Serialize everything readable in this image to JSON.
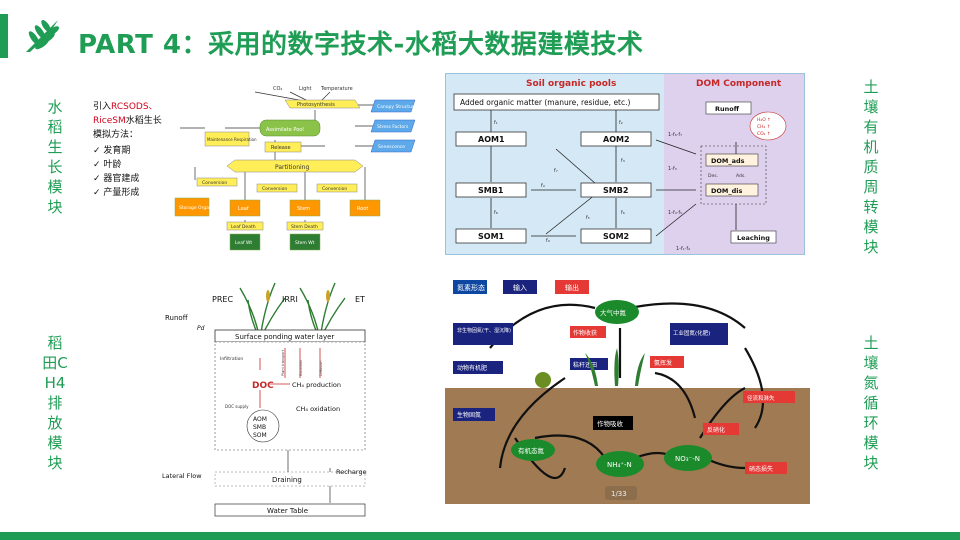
{
  "header": {
    "title": "PART 4：采用的数字技术-水稻大数据建模技术"
  },
  "side_labels": {
    "rice_growth": "水稻生长模块",
    "soil_carbon": "土壤有机质周转模块",
    "ch4": "稻田CH4排放模块",
    "nitrogen": "土壤氮循环模块"
  },
  "growth_model": {
    "intro_prefix": "引入",
    "intro_models_1": "RCSODS、",
    "intro_models_2": "RiceSM",
    "intro_suffix": "水稻生长模拟方法：",
    "items": [
      "发育期",
      "叶龄",
      "器官建成",
      "产量形成"
    ],
    "nodes": {
      "co2_top": "CO₂",
      "light": "Light",
      "temp": "Temperature",
      "photosynthesis": "Photosynthesis",
      "canopy": "Canopy Structure",
      "assimilate": "Assimilate Pool",
      "maint": "Maintenance Respiration",
      "release": "Release",
      "stress": "Stress Factors",
      "senescence": "Senescence",
      "partitioning": "Partitioning",
      "conversion": "Conversion",
      "storage": "Storage Organ",
      "leaf": "Leaf",
      "stem": "Stem",
      "root": "Root",
      "leaf_death": "Leaf Death",
      "stem_death": "Stem Death",
      "leaf_wt": "Leaf Wt",
      "stem_wt": "Stem Wt"
    }
  },
  "soil_model": {
    "soil_pools_title": "Soil organic pools",
    "dom_title": "DOM Component",
    "added": "Added organic matter (manure, residue, etc.)",
    "aom1": "AOM1",
    "aom2": "AOM2",
    "smb1": "SMB1",
    "smb2": "SMB2",
    "som1": "SOM1",
    "som2": "SOM2",
    "runoff": "Runoff",
    "dom_ads": "DOM_ads",
    "dom_dis": "DOM_dis",
    "leaching": "Leaching",
    "des": "Des.",
    "ads": "Ads.",
    "gases": [
      "H₂O ↑",
      "CH₄ ↑",
      "CO₂ ↑"
    ],
    "f1": "f₁",
    "f2": "f₂",
    "f3": "f₃",
    "f4": "f₄",
    "f5": "f₅",
    "f6": "f₆",
    "f7": "f₇",
    "f8": "f₈",
    "f9": "f₉",
    "fr_dom": "1-f₁·f₂",
    "fr_a": "1-f₃",
    "fr_b": "1-f₄·f₅",
    "fr_c": "1-f₆·f₇"
  },
  "ch4_model": {
    "prec": "PREC",
    "irri": "IRRI",
    "et": "ET",
    "runoff": "Runoff",
    "pd": "Pd",
    "surface": "Surface ponding water layer",
    "infiltration": "Infiltration",
    "doc": "DOC",
    "ch4_prod": "CH₄ production",
    "ch4_ox": "CH₄ oxidation",
    "aom": "AOM",
    "smb": "SMB",
    "som": "SOM",
    "lateral": "Lateral Flow",
    "draining": "Draining",
    "recharge": "Recharge",
    "water_table": "Water Table",
    "plant_transport": "Plant transport",
    "ebullition": "Ebullition",
    "diffusion": "Diffusion",
    "decomp": "DOC supply"
  },
  "nitrogen_model": {
    "legend_form": "氮素形态",
    "legend_in": "输入",
    "legend_out": "输出",
    "atmosphere": "大气中氮",
    "bio_fix": "作物收获",
    "abiotic": "非生物固氮(干、湿沉降)",
    "industrial": "工业固氮(化肥)",
    "manure": "动物有机肥",
    "straw": "秸秆还田",
    "ammonia": "氨挥发",
    "microbe": "生物固氮",
    "uptake": "作物吸收",
    "organic": "有机态氮",
    "nh4": "NH₄⁺-N",
    "no3": "NO₃⁻-N",
    "leach": "径流和淋失",
    "denit": "反硝化",
    "n2o": "硝态损失",
    "page": "1/33"
  }
}
